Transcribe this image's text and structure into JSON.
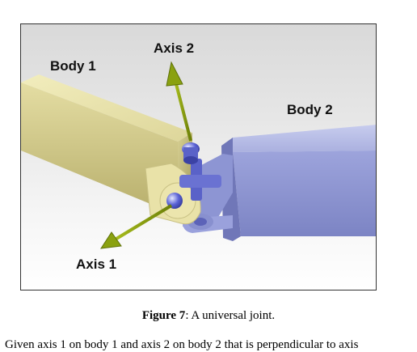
{
  "figure": {
    "labels": {
      "body1": "Body 1",
      "body2": "Body 2",
      "axis1": "Axis 1",
      "axis2": "Axis 2"
    }
  },
  "caption": {
    "label": "Figure 7",
    "text": ": A universal joint."
  },
  "body_text": "Given axis 1 on body 1 and axis 2 on body 2 that is perpendicular to axis"
}
